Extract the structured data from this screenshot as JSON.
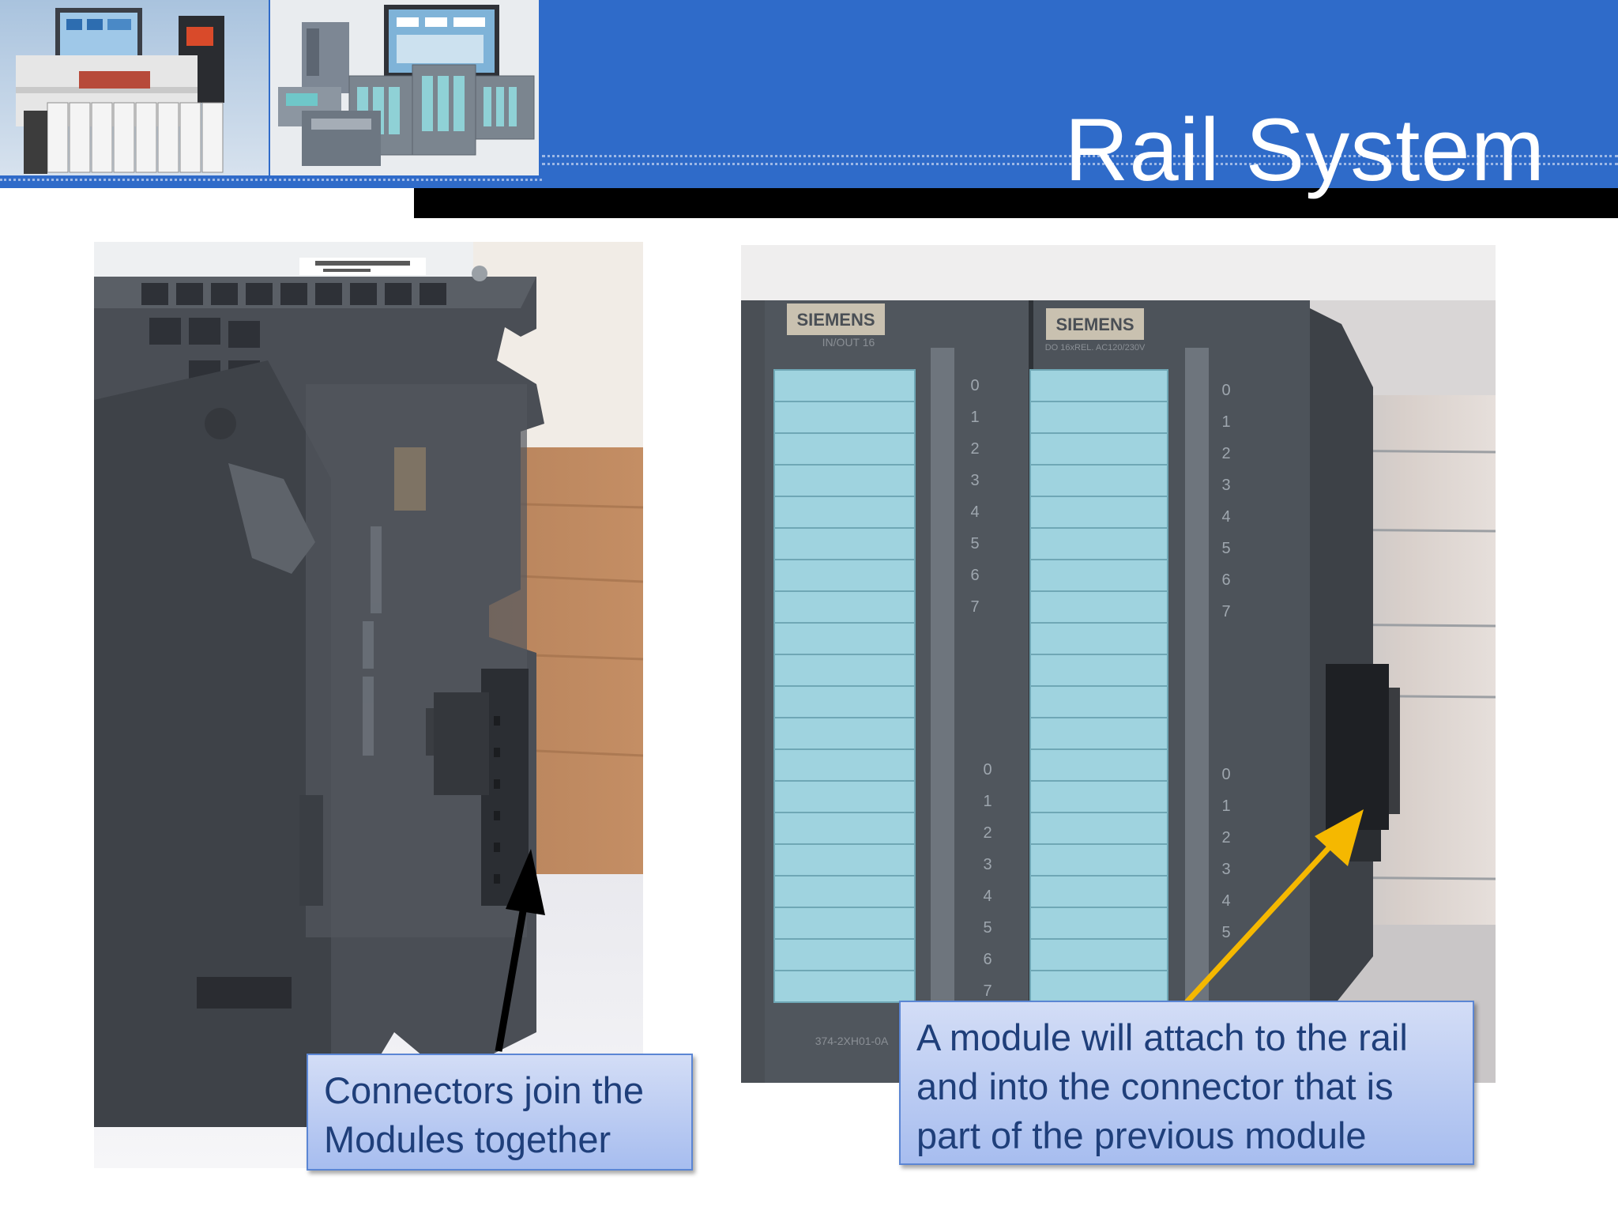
{
  "slide": {
    "title": "Rail System"
  },
  "callouts": {
    "left": {
      "line1": "Connectors join the",
      "line2": "Modules together"
    },
    "right": {
      "line1": "A module will attach to the rail",
      "line2": "and into the connector that is",
      "line3": "part of the previous module"
    }
  },
  "photo_labels": {
    "module1_brand": "SIEMENS",
    "module1_type": "IN/OUT 16",
    "module2_brand": "SIEMENS",
    "module2_type": "DO 16xREL. AC120/230V",
    "module1_part": "374-2XH01-0A",
    "channel_numbers": [
      "0",
      "1",
      "2",
      "3",
      "4",
      "5",
      "6",
      "7"
    ]
  },
  "colors": {
    "header": "#2f6bc9",
    "callout_text": "#1f3f7a",
    "left_arrow": "#000000",
    "right_arrow": "#f5b800"
  }
}
